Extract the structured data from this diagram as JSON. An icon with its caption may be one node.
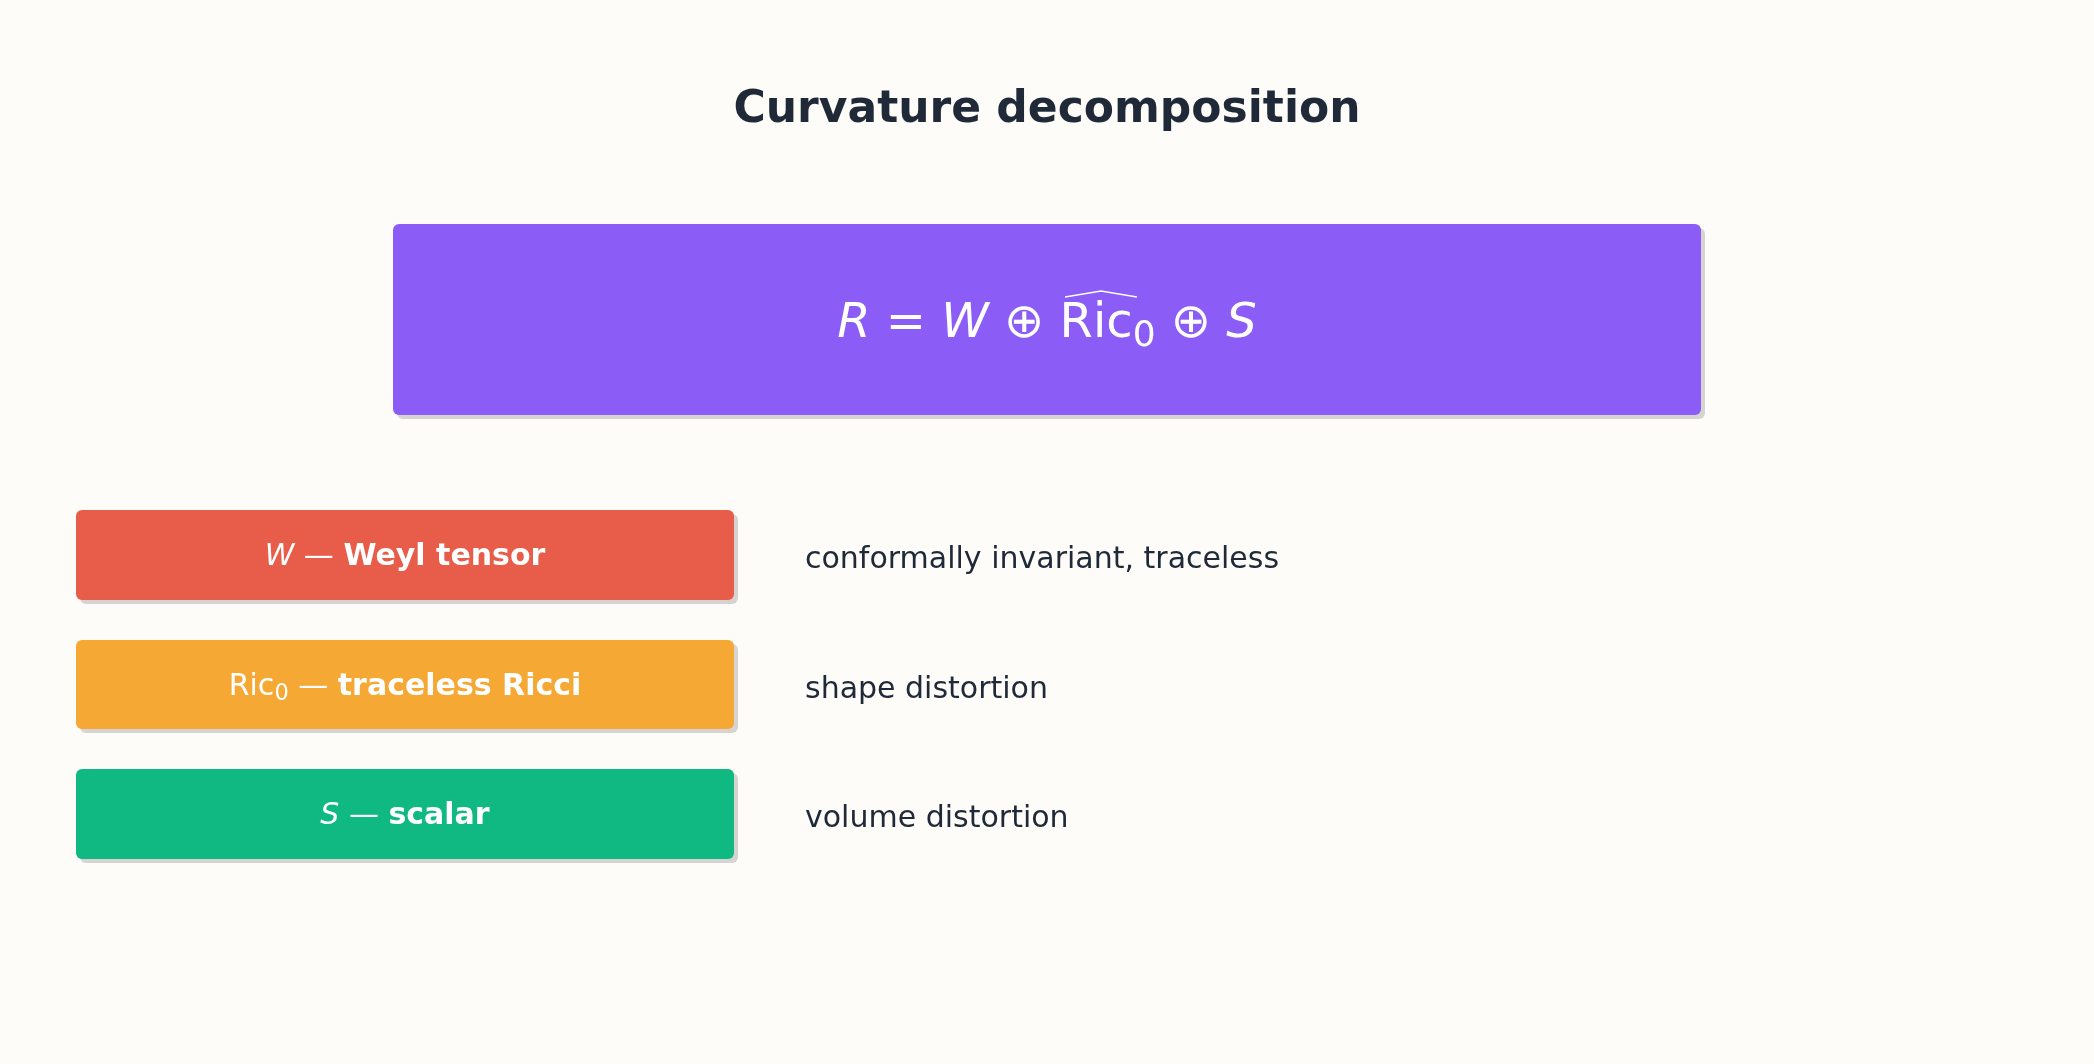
{
  "diagram": {
    "title": "Curvature decomposition",
    "nodes": [
      {
        "text": [
          "*R* = *W* ⊕ Ric$_{0}$ ⊕ *S*"
        ]
      },
      {
        "text": [
          "*W* — **Weyl tensor**"
        ],
        "beside": [
          "conformally invariant, traceless"
        ]
      },
      {
        "text": [
          "Ric$_{0}$ — **traceless Ricci**"
        ],
        "beside": [
          "shape distortion"
        ]
      },
      {
        "text": [
          "*S* — **scalar**"
        ],
        "beside": [
          "volume distortion"
        ]
      }
    ]
  }
}
